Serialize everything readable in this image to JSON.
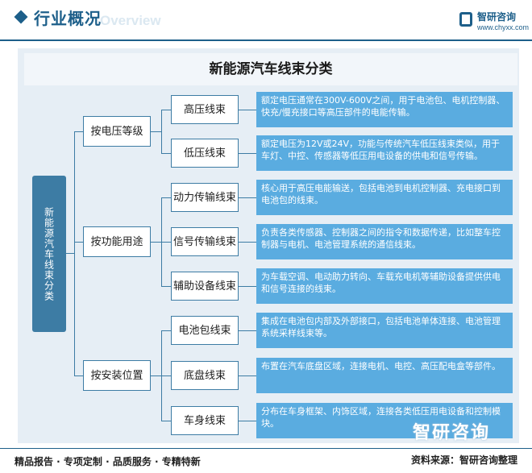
{
  "header": {
    "title": "行业概况",
    "subtitle": "Overview",
    "logo_name": "智研咨询",
    "logo_url": "www.chyxx.com",
    "accent_color": "#1d5f8a"
  },
  "diagram": {
    "title": "新能源汽车线束分类",
    "root": "新能源汽车线束分类",
    "categories": [
      {
        "label": "按电压等级",
        "items": [
          {
            "label": "高压线束",
            "desc": "额定电压通常在300V-600V之间，用于电池包、电机控制器、快充/慢充接口等高压部件的电能传输。"
          },
          {
            "label": "低压线束",
            "desc": "额定电压为12V或24V，功能与传统汽车低压线束类似，用于车灯、中控、传感器等低压用电设备的供电和信号传输。"
          }
        ]
      },
      {
        "label": "按功能用途",
        "items": [
          {
            "label": "动力传输线束",
            "desc": "核心用于高压电能输送，包括电池到电机控制器、充电接口到电池包的线束。"
          },
          {
            "label": "信号传输线束",
            "desc": "负责各类传感器、控制器之间的指令和数据传递，比如整车控制器与电机、电池管理系统的通信线束。"
          },
          {
            "label": "辅助设备线束",
            "desc": "为车载空调、电动助力转向、车载充电机等辅助设备提供供电和信号连接的线束。"
          }
        ]
      },
      {
        "label": "按安装位置",
        "items": [
          {
            "label": "电池包线束",
            "desc": "集成在电池包内部及外部接口，包括电池单体连接、电池管理系统采样线束等。"
          },
          {
            "label": "底盘线束",
            "desc": "布置在汽车底盘区域，连接电机、电控、高压配电盒等部件。"
          },
          {
            "label": "车身线束",
            "desc": "分布在车身框架、内饰区域，连接各类低压用电设备和控制模块。"
          }
        ]
      }
    ]
  },
  "footer": {
    "left": "精品报告 · 专项定制 · 品质服务 · 专精特新",
    "right": "资料来源：智研咨询整理",
    "watermark": "智研咨询"
  }
}
